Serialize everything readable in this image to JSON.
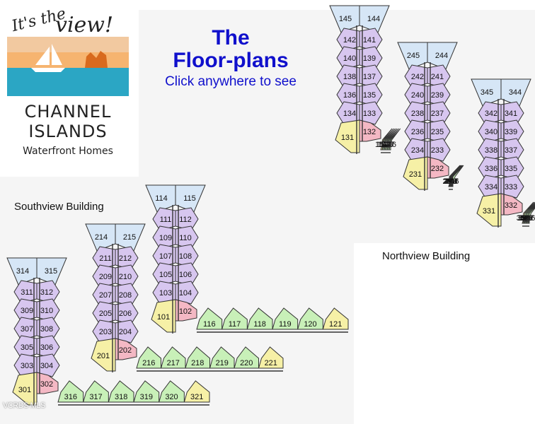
{
  "logo": {
    "tagline_a": "It's the",
    "tagline_b": "view!",
    "name_line1": "CHANNEL",
    "name_line2": "ISLANDS",
    "name_line3": "Waterfront Homes"
  },
  "header": {
    "title_line1": "The",
    "title_line2": "Floor-plans",
    "subtitle": "Click anywhere to see"
  },
  "buildings": {
    "southview_label": "Southview Building",
    "northview_label": "Northview Building"
  },
  "watermark": "VCRDS MLS",
  "colors": {
    "tower_unit": "#d7c6ef",
    "wing_unit": "#c8f0b8",
    "top_unit": "#d6e6f6",
    "end_unit": "#f6f0a6",
    "corner_unit": "#f4b8c4",
    "headline": "#1010cc",
    "panel": "#f5f5f5"
  },
  "towers": [
    {
      "top": [
        "314",
        "315"
      ],
      "pairs": [
        [
          "311",
          "312"
        ],
        [
          "309",
          "310"
        ],
        [
          "307",
          "308"
        ],
        [
          "305",
          "306"
        ],
        [
          "303",
          "304"
        ]
      ],
      "end": "301",
      "corner": "302",
      "wing": [
        "316",
        "317",
        "318",
        "319",
        "320",
        "321"
      ]
    },
    {
      "top": [
        "214",
        "215"
      ],
      "pairs": [
        [
          "211",
          "212"
        ],
        [
          "209",
          "210"
        ],
        [
          "207",
          "208"
        ],
        [
          "205",
          "206"
        ],
        [
          "203",
          "204"
        ]
      ],
      "end": "201",
      "corner": "202",
      "wing": [
        "216",
        "217",
        "218",
        "219",
        "220",
        "221"
      ]
    },
    {
      "top": [
        "114",
        "115"
      ],
      "pairs": [
        [
          "111",
          "112"
        ],
        [
          "109",
          "110"
        ],
        [
          "107",
          "108"
        ],
        [
          "105",
          "106"
        ],
        [
          "103",
          "104"
        ]
      ],
      "end": "101",
      "corner": "102",
      "wing": [
        "116",
        "117",
        "118",
        "119",
        "120",
        "121"
      ]
    },
    {
      "top": [
        "145",
        "144"
      ],
      "pairs": [
        [
          "142",
          "141"
        ],
        [
          "140",
          "139"
        ],
        [
          "138",
          "137"
        ],
        [
          "136",
          "135"
        ],
        [
          "134",
          "133"
        ]
      ],
      "end": "131",
      "corner": "132",
      "wing": [
        "151",
        "150",
        "149",
        "148",
        "147",
        "146"
      ]
    },
    {
      "top": [
        "245",
        "244"
      ],
      "pairs": [
        [
          "242",
          "241"
        ],
        [
          "240",
          "239"
        ],
        [
          "238",
          "237"
        ],
        [
          "236",
          "235"
        ],
        [
          "234",
          "233"
        ]
      ],
      "end": "231",
      "corner": "232",
      "wing": [
        "251",
        "250",
        "249",
        "248",
        "247",
        "246"
      ]
    },
    {
      "top": [
        "345",
        "344"
      ],
      "pairs": [
        [
          "342",
          "341"
        ],
        [
          "340",
          "339"
        ],
        [
          "338",
          "337"
        ],
        [
          "336",
          "335"
        ],
        [
          "334",
          "333"
        ]
      ],
      "end": "331",
      "corner": "332",
      "wing": [
        "351",
        "350",
        "349",
        "348",
        "347",
        "346"
      ]
    }
  ]
}
